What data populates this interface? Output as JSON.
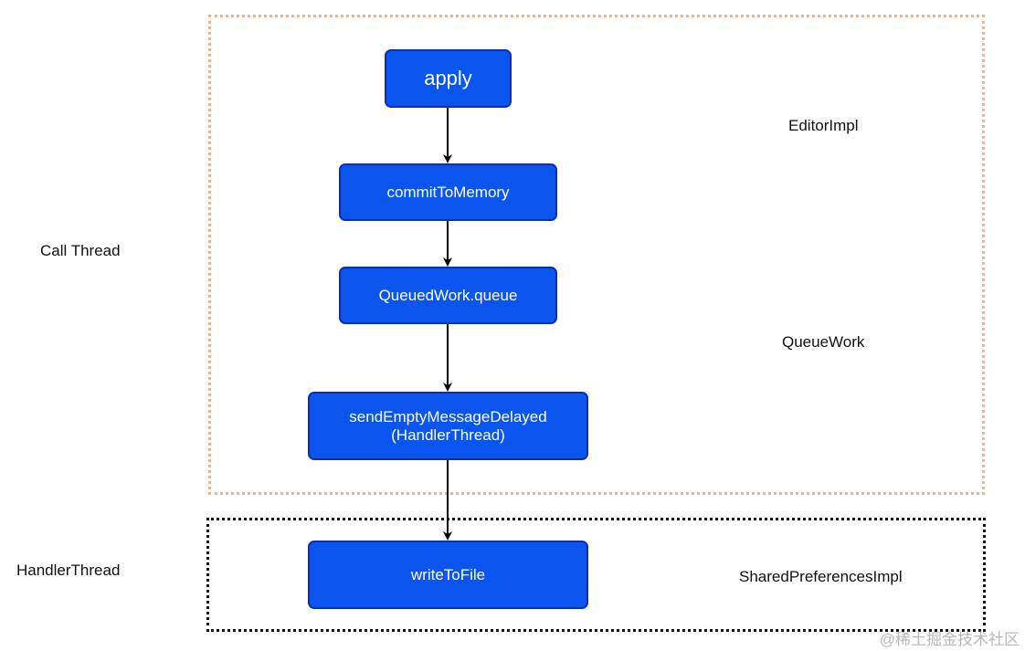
{
  "nodes": {
    "apply": "apply",
    "commit_to_memory": "commitToMemory",
    "queued_work_queue": "QueuedWork.queue",
    "send_empty_message_line1": "sendEmptyMessageDelayed",
    "send_empty_message_line2": "(HandlerThread)",
    "write_to_file": "writeToFile"
  },
  "thread_labels": {
    "call_thread": "Call Thread",
    "handler_thread": "HandlerThread"
  },
  "class_labels": {
    "editor_impl": "EditorImpl",
    "queue_work": "QueueWork",
    "shared_preferences_impl": "SharedPreferencesImpl"
  },
  "watermark": "@稀土掘金技术社区",
  "colors": {
    "node_fill": "#0a55f0",
    "node_border": "#0b2fb3",
    "call_region_border": "#f9b27a",
    "handler_region_border": "#111111"
  }
}
